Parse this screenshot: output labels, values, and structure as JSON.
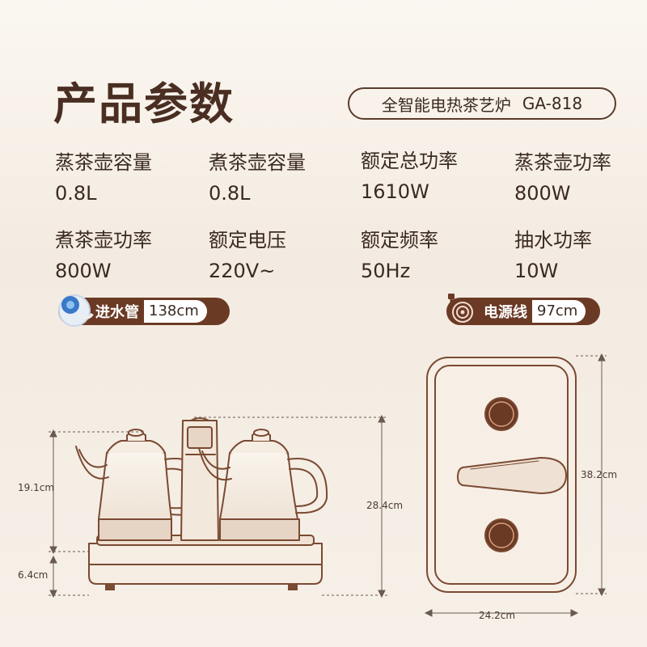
{
  "title": "产品参数",
  "model": {
    "name": "全智能电热茶艺炉",
    "code": "GA-818"
  },
  "specs": [
    {
      "label": "蒸茶壶容量",
      "value": "0.8L"
    },
    {
      "label": "煮茶壶容量",
      "value": "0.8L"
    },
    {
      "label": "额定总功率",
      "value": "1610W"
    },
    {
      "label": "蒸茶壶功率",
      "value": "800W"
    },
    {
      "label": "煮茶壶功率",
      "value": "800W"
    },
    {
      "label": "额定电压",
      "value": "220V~"
    },
    {
      "label": "额定频率",
      "value": "50Hz"
    },
    {
      "label": "抽水功率",
      "value": "10W"
    }
  ],
  "tags": {
    "water_pipe": {
      "label": "进水管",
      "value": "138cm",
      "icon": "water-pipe-icon"
    },
    "power_cord": {
      "label": "电源线",
      "value": "97cm",
      "icon": "power-cord-icon"
    }
  },
  "dimensions": {
    "kettle_height": "19.1cm",
    "base_height": "6.4cm",
    "total_height": "28.4cm",
    "top_depth": "38.2cm",
    "top_width": "24.2cm"
  },
  "colors": {
    "accent": "#6b3a25",
    "line": "#7a4a32",
    "background": "#f6f0e8"
  }
}
